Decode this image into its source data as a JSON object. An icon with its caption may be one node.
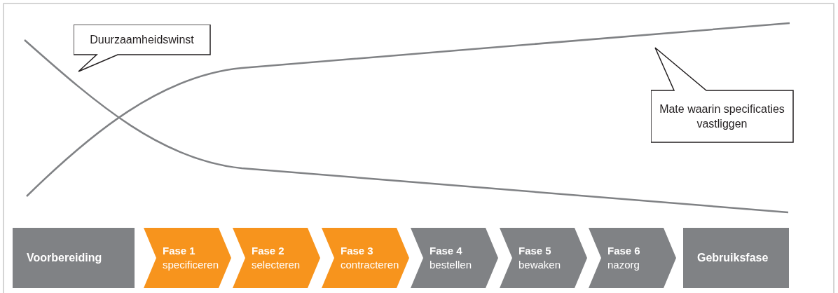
{
  "diagram": {
    "nodes": [
      {
        "text": [
          "Duurzaamheidswinst"
        ]
      },
      {
        "text": [
          "Mate waarin specificaties vastliggen"
        ]
      },
      {
        "text": [
          "Voorbereiding"
        ]
      },
      {
        "text": [
          "Fase 1",
          "specificeren"
        ]
      },
      {
        "text": [
          "Fase 2",
          "selecteren"
        ]
      },
      {
        "text": [
          "Fase 3",
          "contracteren"
        ]
      },
      {
        "text": [
          "Fase 4",
          "bestellen"
        ]
      },
      {
        "text": [
          "Fase 5",
          "bewaken"
        ]
      },
      {
        "text": [
          "Fase 6",
          "nazorg"
        ]
      },
      {
        "text": [
          "Gebruiksfase"
        ]
      }
    ],
    "edges": []
  }
}
